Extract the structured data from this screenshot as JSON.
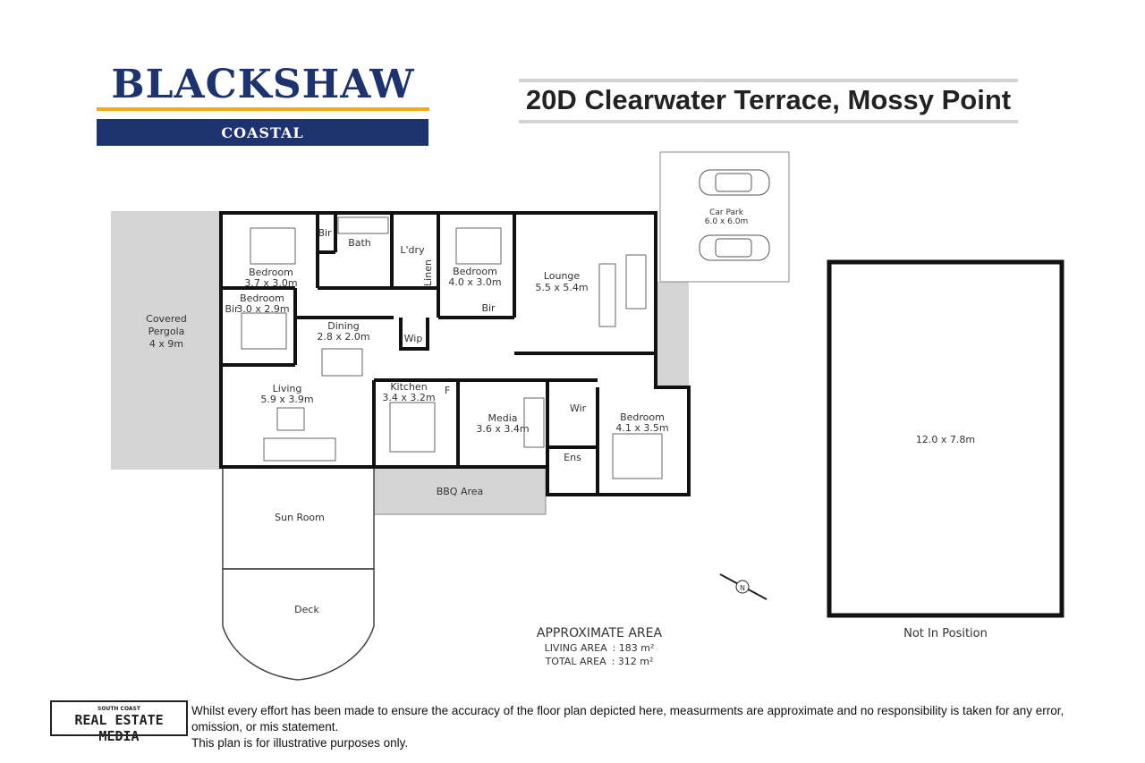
{
  "brand": {
    "name": "BLACKSHAW",
    "sub": "COASTAL",
    "navy": "#1d3370",
    "gold": "#f5a623"
  },
  "address": "20D Clearwater Terrace, Mossy Point",
  "rooms": {
    "pergola": [
      "Covered",
      "Pergola",
      "4 x 9m"
    ],
    "bedroom1": [
      "Bedroom",
      "3.7 x 3.0m"
    ],
    "bir1": "Bir",
    "bath": "Bath",
    "ldry": "L'dry",
    "linen": "Linen",
    "bedroom2": [
      "Bedroom",
      "4.0 x 3.0m"
    ],
    "bir2": "Bir",
    "lounge": [
      "Lounge",
      "5.5 x 5.4m"
    ],
    "carpark": [
      "Car Park",
      "6.0 x 6.0m"
    ],
    "bedroom3": [
      "Bedroom",
      "3.0 x 2.9m"
    ],
    "bir3": "Bir",
    "dining": [
      "Dining",
      "2.8 x 2.0m"
    ],
    "wip": "Wip",
    "living": [
      "Living",
      "5.9 x 3.9m"
    ],
    "kitchen": [
      "Kitchen",
      "3.4 x 3.2m"
    ],
    "fridge": "F",
    "media": [
      "Media",
      "3.6 x 3.4m"
    ],
    "wir": "Wir",
    "ens": "Ens",
    "bedroom4": [
      "Bedroom",
      "4.1 x 3.5m"
    ],
    "bbq": "BBQ Area",
    "sunroom": "Sun Room",
    "deck": "Deck",
    "shed": "12.0 x 7.8m",
    "shed_note": "Not In Position"
  },
  "area": {
    "title": "APPROXIMATE AREA",
    "living_label": "LIVING  AREA",
    "living_value": ": 183 m²",
    "total_label": "TOTAL AREA",
    "total_value": ": 312 m²"
  },
  "footer": {
    "media_small": "SOUTH COAST",
    "media_big": "REAL ESTATE MEDIA",
    "disclaimer_1": "Whilst every effort has been made to ensure the accuracy of the floor plan depicted here, measurments are approximate and no responsibility is taken for any error, omission, or mis statement.",
    "disclaimer_2": "This plan is for illustrative purposes only."
  }
}
